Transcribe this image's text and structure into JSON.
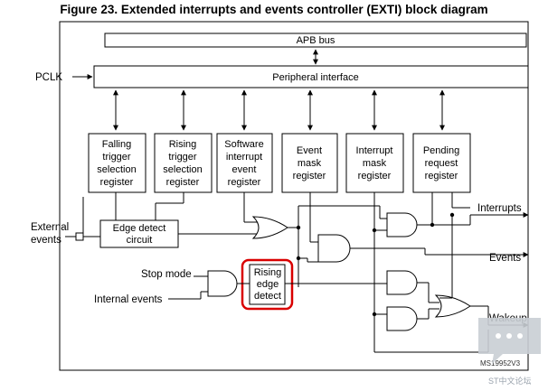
{
  "figure": {
    "title": "Figure 23. Extended interrupts and events controller (EXTI) block diagram",
    "code": "MS19952V3"
  },
  "blocks": {
    "apb_bus": "APB bus",
    "peripheral_interface": "Peripheral interface",
    "pclk": "PCLK",
    "registers": [
      {
        "lines": [
          "Falling",
          "trigger",
          "selection",
          "register"
        ]
      },
      {
        "lines": [
          "Rising",
          "trigger",
          "selection",
          "register"
        ]
      },
      {
        "lines": [
          "Software",
          "interrupt",
          "event",
          "register"
        ]
      },
      {
        "lines": [
          "Event",
          "mask",
          "register"
        ]
      },
      {
        "lines": [
          "Interrupt",
          "mask",
          "register"
        ]
      },
      {
        "lines": [
          "Pending",
          "request",
          "register"
        ]
      }
    ],
    "edge_detect": [
      "Edge detect",
      "circuit"
    ],
    "rising_edge_detect": [
      "Rising",
      "edge",
      "detect"
    ]
  },
  "signals": {
    "external_events": [
      "External",
      "events"
    ],
    "stop_mode": "Stop mode",
    "internal_events": "Internal events",
    "interrupts": "Interrupts",
    "events": "Events",
    "wakeup": "Wakeup"
  },
  "watermark": {
    "text": "ST中文论坛"
  },
  "colors": {
    "highlight": "#d90000",
    "ink": "#000000",
    "watermark": "#c9ced4"
  }
}
